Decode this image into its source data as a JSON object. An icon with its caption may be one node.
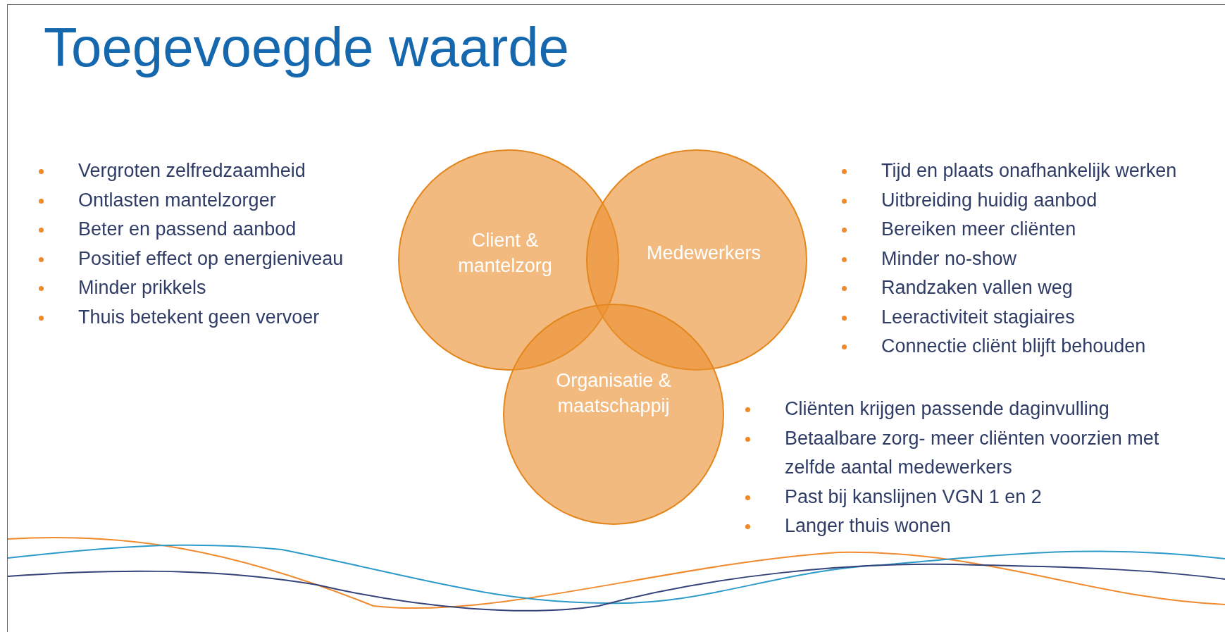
{
  "diagram": {
    "title": "Toegevoegde waarde",
    "nodes": [
      {
        "text": [
          "Client & mantelzorg"
        ],
        "beside": [
          "Vergroten zelfredzaamheid",
          "Ontlasten mantelzorger",
          "Beter en passend aanbod",
          "Positief effect op energieniveau",
          "Minder prikkels",
          "Thuis betekent geen vervoer"
        ]
      },
      {
        "text": [
          "Medewerkers"
        ],
        "beside": [
          "Tijd en plaats onafhankelijk werken",
          "Uitbreiding huidig aanbod",
          "Bereiken meer cliënten",
          "Minder no-show",
          "Randzaken vallen weg",
          "Leeractiviteit stagiaires",
          "Connectie cliënt blijft behouden"
        ]
      },
      {
        "text": [
          "Organisatie & maatschappij"
        ],
        "beside": [
          "Cliënten krijgen passende daginvulling",
          "Betaalbare zorg- meer cliënten voorzien met zelfde aantal medewerkers",
          "Past bij kanslijnen VGN 1 en 2",
          "Langer thuis wonen"
        ]
      }
    ],
    "edges": []
  }
}
